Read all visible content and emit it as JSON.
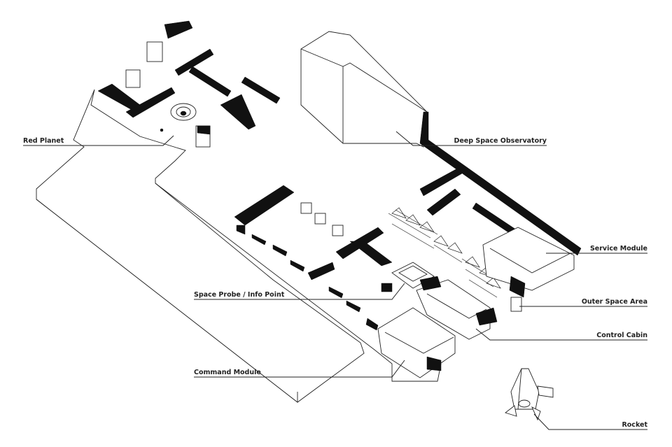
{
  "labels": {
    "red_planet": "Red Planet",
    "deep_space_observatory": "Deep Space Observatory",
    "service_module": "Service Module",
    "space_probe": "Space Probe / Info Point",
    "outer_space_area": "Outer Space Area",
    "control_cabin": "Control Cabin",
    "command_module": "Command Module",
    "rocket": "Rocket"
  }
}
